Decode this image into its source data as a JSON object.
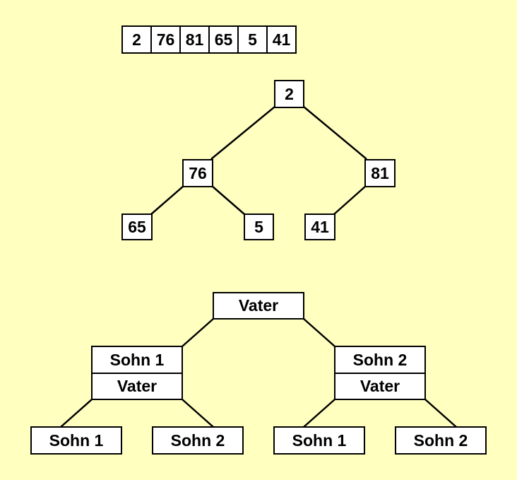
{
  "array": [
    "2",
    "76",
    "81",
    "65",
    "5",
    "41"
  ],
  "heap": {
    "root": "2",
    "left": "76",
    "right": "81",
    "left_left": "65",
    "left_right": "5",
    "right_left": "41"
  },
  "schema": {
    "root": "Vater",
    "left_son": "Sohn 1",
    "left_father": "Vater",
    "right_son": "Sohn 2",
    "right_father": "Vater",
    "ll": "Sohn 1",
    "lr": "Sohn 2",
    "rl": "Sohn 1",
    "rr": "Sohn 2"
  },
  "colors": {
    "background": "#FFFFC0",
    "box": "#FFFFFF",
    "stroke": "#000000"
  }
}
